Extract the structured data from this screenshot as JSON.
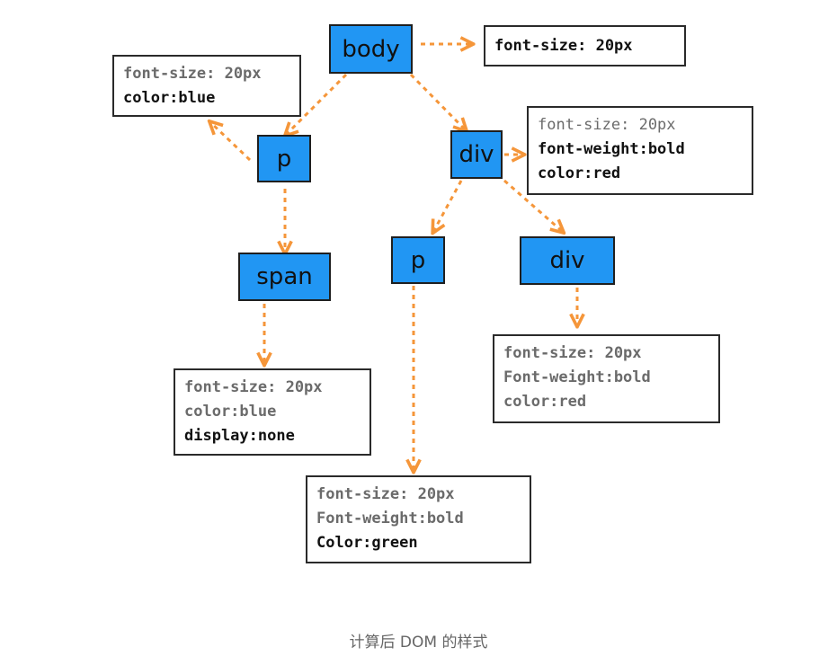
{
  "colors": {
    "node_fill": "#2196f3",
    "arrow": "#f5963a",
    "inherited_text": "#6b6b6b",
    "own_text": "#111111"
  },
  "nodes": {
    "body": "body",
    "p1": "p",
    "div1": "div",
    "span": "span",
    "p2": "p",
    "div2": "div"
  },
  "styles": {
    "body": [
      "font-size: 20px"
    ],
    "p1": [
      "font-size: 20px",
      "color:blue"
    ],
    "div1": [
      "font-size: 20px",
      "font-weight:bold",
      "color:red"
    ],
    "span": [
      "font-size: 20px",
      "color:blue",
      "display:none"
    ],
    "div2": [
      "font-size: 20px",
      "Font-weight:bold",
      "color:red"
    ],
    "p2": [
      "font-size: 20px",
      "Font-weight:bold",
      "Color:green"
    ]
  },
  "caption": "计算后 DOM 的样式"
}
